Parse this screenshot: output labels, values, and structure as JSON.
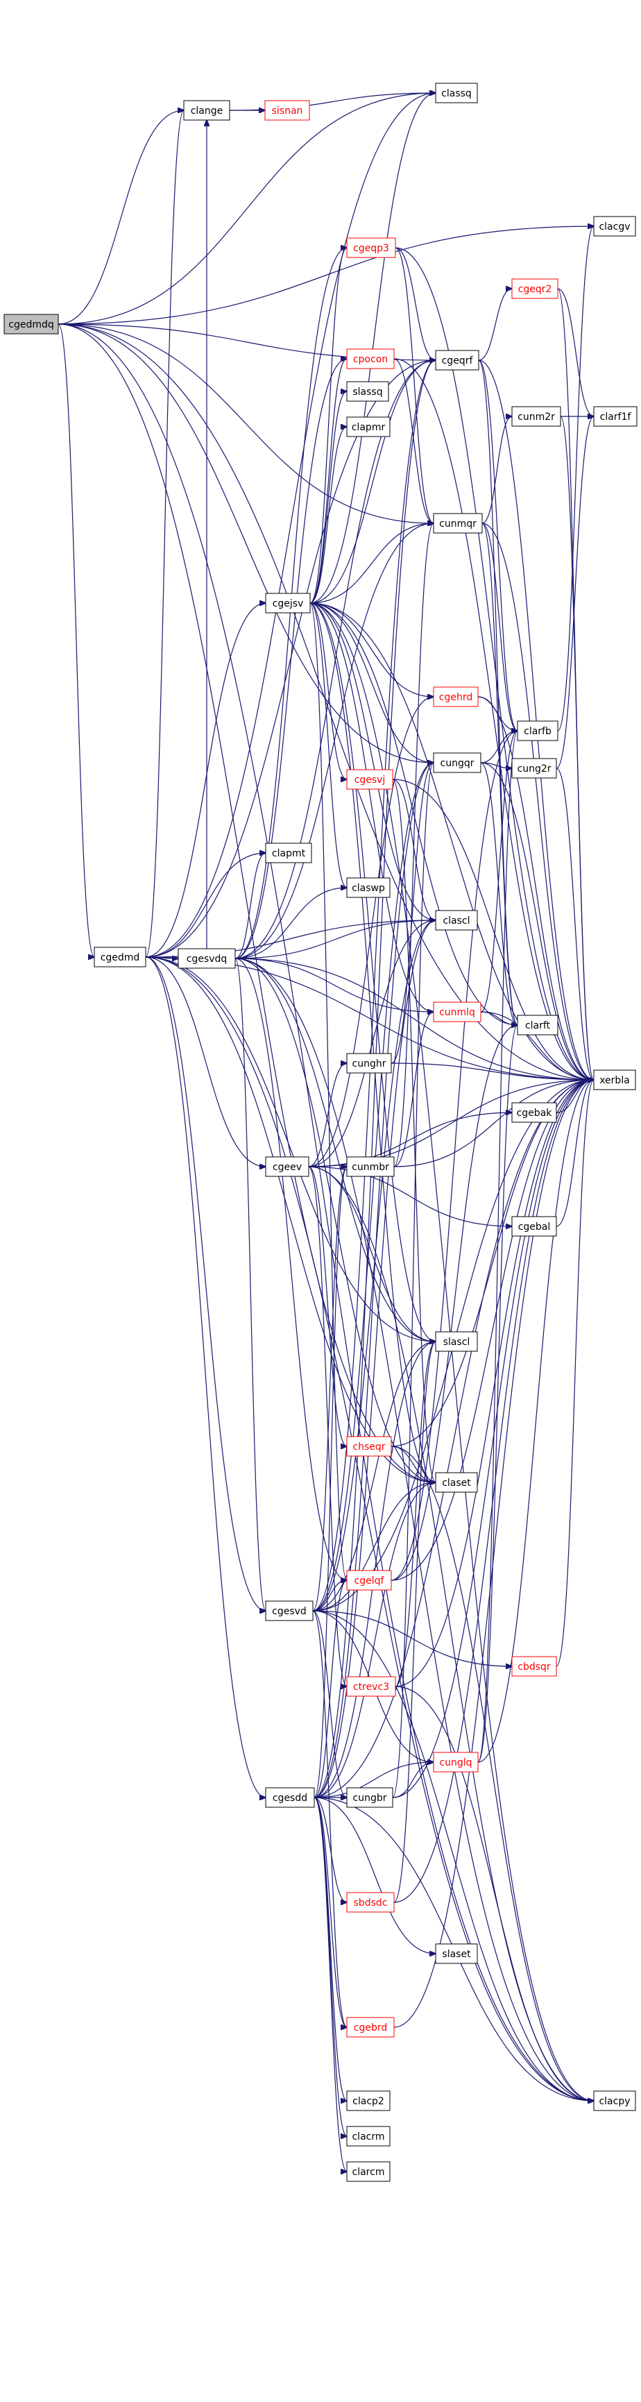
{
  "graph": {
    "colors": {
      "edge": "#191970",
      "node_border": "#000000",
      "linked_node_border": "#ff0000",
      "root_fill": "#bfbfbf"
    },
    "nodes": [
      {
        "id": "cgedmdq",
        "label": "cgedmdq",
        "style": "root"
      },
      {
        "id": "cgedmd",
        "label": "cgedmd",
        "style": "black"
      },
      {
        "id": "clange",
        "label": "clange",
        "style": "black"
      },
      {
        "id": "sisnan",
        "label": "sisnan",
        "style": "red"
      },
      {
        "id": "classq",
        "label": "classq",
        "style": "black"
      },
      {
        "id": "clacgv",
        "label": "clacgv",
        "style": "black"
      },
      {
        "id": "cgeqp3",
        "label": "cgeqp3",
        "style": "red"
      },
      {
        "id": "cgeqr2",
        "label": "cgeqr2",
        "style": "red"
      },
      {
        "id": "cgeqrf",
        "label": "cgeqrf",
        "style": "black"
      },
      {
        "id": "cpocon",
        "label": "cpocon",
        "style": "red"
      },
      {
        "id": "slassq",
        "label": "slassq",
        "style": "black"
      },
      {
        "id": "clapmr",
        "label": "clapmr",
        "style": "black"
      },
      {
        "id": "cunm2r",
        "label": "cunm2r",
        "style": "black"
      },
      {
        "id": "clarf1f",
        "label": "clarf1f",
        "style": "black"
      },
      {
        "id": "cunmqr",
        "label": "cunmqr",
        "style": "black"
      },
      {
        "id": "cgejsv",
        "label": "cgejsv",
        "style": "black"
      },
      {
        "id": "cgehrd",
        "label": "cgehrd",
        "style": "red"
      },
      {
        "id": "clarfb",
        "label": "clarfb",
        "style": "black"
      },
      {
        "id": "cungqr",
        "label": "cungqr",
        "style": "black"
      },
      {
        "id": "cung2r",
        "label": "cung2r",
        "style": "black"
      },
      {
        "id": "cgesvj",
        "label": "cgesvj",
        "style": "red"
      },
      {
        "id": "clapmt",
        "label": "clapmt",
        "style": "black"
      },
      {
        "id": "claswp",
        "label": "claswp",
        "style": "black"
      },
      {
        "id": "clascl",
        "label": "clascl",
        "style": "black"
      },
      {
        "id": "cgesvdq",
        "label": "cgesvdq",
        "style": "black"
      },
      {
        "id": "cunmlq",
        "label": "cunmlq",
        "style": "red"
      },
      {
        "id": "clarft",
        "label": "clarft",
        "style": "black"
      },
      {
        "id": "cunghr",
        "label": "cunghr",
        "style": "black"
      },
      {
        "id": "xerbla",
        "label": "xerbla",
        "style": "black"
      },
      {
        "id": "cgebak",
        "label": "cgebak",
        "style": "black"
      },
      {
        "id": "cgeev",
        "label": "cgeev",
        "style": "black"
      },
      {
        "id": "cunmbr",
        "label": "cunmbr",
        "style": "black"
      },
      {
        "id": "cgebal",
        "label": "cgebal",
        "style": "black"
      },
      {
        "id": "slascl",
        "label": "slascl",
        "style": "black"
      },
      {
        "id": "chseqr",
        "label": "chseqr",
        "style": "red"
      },
      {
        "id": "claset",
        "label": "claset",
        "style": "black"
      },
      {
        "id": "cgelqf",
        "label": "cgelqf",
        "style": "red"
      },
      {
        "id": "cbdsqr",
        "label": "cbdsqr",
        "style": "red"
      },
      {
        "id": "cgesvd",
        "label": "cgesvd",
        "style": "black"
      },
      {
        "id": "ctrevc3",
        "label": "ctrevc3",
        "style": "red"
      },
      {
        "id": "cunglq",
        "label": "cunglq",
        "style": "red"
      },
      {
        "id": "cgesdd",
        "label": "cgesdd",
        "style": "black"
      },
      {
        "id": "cungbr",
        "label": "cungbr",
        "style": "black"
      },
      {
        "id": "sbdsdc",
        "label": "sbdsdc",
        "style": "red"
      },
      {
        "id": "slaset",
        "label": "slaset",
        "style": "black"
      },
      {
        "id": "cgebrd",
        "label": "cgebrd",
        "style": "red"
      },
      {
        "id": "clacp2",
        "label": "clacp2",
        "style": "black"
      },
      {
        "id": "clacrm",
        "label": "clacrm",
        "style": "black"
      },
      {
        "id": "clarcm",
        "label": "clarcm",
        "style": "black"
      },
      {
        "id": "clacpy",
        "label": "clacpy",
        "style": "black"
      }
    ],
    "edges": [
      [
        "cgedmdq",
        "cgedmd"
      ],
      [
        "cgedmdq",
        "classq"
      ],
      [
        "cgedmdq",
        "clacgv"
      ],
      [
        "cgedmdq",
        "cgeqrf"
      ],
      [
        "cgedmdq",
        "cunmqr"
      ],
      [
        "cgedmdq",
        "clacpy"
      ],
      [
        "cgedmdq",
        "claset"
      ],
      [
        "cgedmdq",
        "xerbla"
      ],
      [
        "cgedmdq",
        "clange"
      ],
      [
        "cgedmdq",
        "cungqr"
      ],
      [
        "cgedmd",
        "clange"
      ],
      [
        "cgedmd",
        "classq"
      ],
      [
        "cgedmd",
        "cgejsv"
      ],
      [
        "cgedmd",
        "cgesvdq"
      ],
      [
        "cgedmd",
        "cgeev"
      ],
      [
        "cgedmd",
        "cgesvd"
      ],
      [
        "cgedmd",
        "cgesdd"
      ],
      [
        "cgedmd",
        "clascl"
      ],
      [
        "cgedmd",
        "clacpy"
      ],
      [
        "cgedmd",
        "claset"
      ],
      [
        "cgedmd",
        "clapmt"
      ],
      [
        "cgedmd",
        "xerbla"
      ],
      [
        "cgedmd",
        "slascl"
      ],
      [
        "cgedmd",
        "cgeqrf"
      ],
      [
        "clange",
        "sisnan"
      ],
      [
        "clange",
        "classq"
      ],
      [
        "cgeqp3",
        "cgeqrf"
      ],
      [
        "cgeqp3",
        "cunmqr"
      ],
      [
        "cgeqp3",
        "xerbla"
      ],
      [
        "cgeqrf",
        "cgeqr2"
      ],
      [
        "cgeqrf",
        "clarfb"
      ],
      [
        "cgeqrf",
        "clarft"
      ],
      [
        "cgeqrf",
        "xerbla"
      ],
      [
        "cgeqr2",
        "clarf1f"
      ],
      [
        "cgeqr2",
        "xerbla"
      ],
      [
        "cunm2r",
        "clarf1f"
      ],
      [
        "cunm2r",
        "xerbla"
      ],
      [
        "cunmqr",
        "cunm2r"
      ],
      [
        "cunmqr",
        "clarfb"
      ],
      [
        "cunmqr",
        "clarft"
      ],
      [
        "cunmqr",
        "xerbla"
      ],
      [
        "cungqr",
        "cung2r"
      ],
      [
        "cungqr",
        "clarfb"
      ],
      [
        "cungqr",
        "clarft"
      ],
      [
        "cungqr",
        "xerbla"
      ],
      [
        "cung2r",
        "clarf1f"
      ],
      [
        "cung2r",
        "xerbla"
      ],
      [
        "clarfb",
        "clacgv"
      ],
      [
        "cgehrd",
        "clarfb"
      ],
      [
        "cgehrd",
        "xerbla"
      ],
      [
        "cpocon",
        "cunmqr"
      ],
      [
        "cpocon",
        "xerbla"
      ],
      [
        "cgejsv",
        "cgeqp3"
      ],
      [
        "cgejsv",
        "cgeqrf"
      ],
      [
        "cgejsv",
        "cpocon"
      ],
      [
        "cgejsv",
        "slassq"
      ],
      [
        "cgejsv",
        "clapmr"
      ],
      [
        "cgejsv",
        "cunmqr"
      ],
      [
        "cgejsv",
        "cgesvj"
      ],
      [
        "cgejsv",
        "cgehrd"
      ],
      [
        "cgejsv",
        "cungqr"
      ],
      [
        "cgejsv",
        "claswp"
      ],
      [
        "cgejsv",
        "clascl"
      ],
      [
        "cgejsv",
        "cunmlq"
      ],
      [
        "cgejsv",
        "clarft"
      ],
      [
        "cgejsv",
        "xerbla"
      ],
      [
        "cgejsv",
        "classq"
      ],
      [
        "cgejsv",
        "clacpy"
      ],
      [
        "cgejsv",
        "claset"
      ],
      [
        "cgejsv",
        "cgelqf"
      ],
      [
        "cgejsv",
        "slascl"
      ],
      [
        "cgesvj",
        "clascl"
      ],
      [
        "cgesvj",
        "xerbla"
      ],
      [
        "cgesvj",
        "claset"
      ],
      [
        "cgesvdq",
        "cgeqp3"
      ],
      [
        "cgesvdq",
        "cgeqrf"
      ],
      [
        "cgesvdq",
        "clapmt"
      ],
      [
        "cgesvdq",
        "claswp"
      ],
      [
        "cgesvdq",
        "clascl"
      ],
      [
        "cgesvdq",
        "cunmlq"
      ],
      [
        "cgesvdq",
        "cunmqr"
      ],
      [
        "cgesvdq",
        "xerbla"
      ],
      [
        "cgesvdq",
        "cgesvd"
      ],
      [
        "cgesvdq",
        "cpocon"
      ],
      [
        "cgesvdq",
        "clacpy"
      ],
      [
        "cgesvdq",
        "claset"
      ],
      [
        "cgesvdq",
        "cgelqf"
      ],
      [
        "cgesvdq",
        "slascl"
      ],
      [
        "cgesvdq",
        "clange"
      ],
      [
        "cunmlq",
        "clarfb"
      ],
      [
        "cunmlq",
        "clarft"
      ],
      [
        "cunmlq",
        "xerbla"
      ],
      [
        "cunghr",
        "cungqr"
      ],
      [
        "cunghr",
        "xerbla"
      ],
      [
        "cgeev",
        "cgebak"
      ],
      [
        "cgeev",
        "cgebal"
      ],
      [
        "cgeev",
        "cgehrd"
      ],
      [
        "cgeev",
        "cunghr"
      ],
      [
        "cgeev",
        "chseqr"
      ],
      [
        "cgeev",
        "ctrevc3"
      ],
      [
        "cgeev",
        "clascl"
      ],
      [
        "cgeev",
        "slascl"
      ],
      [
        "cgeev",
        "clacpy"
      ],
      [
        "cgeev",
        "xerbla"
      ],
      [
        "cgebak",
        "xerbla"
      ],
      [
        "cgebal",
        "xerbla"
      ],
      [
        "cunmbr",
        "cunmqr"
      ],
      [
        "cunmbr",
        "cunmlq"
      ],
      [
        "cunmbr",
        "xerbla"
      ],
      [
        "chseqr",
        "claset"
      ],
      [
        "chseqr",
        "clacpy"
      ],
      [
        "chseqr",
        "xerbla"
      ],
      [
        "cgelqf",
        "clarfb"
      ],
      [
        "cgelqf",
        "clarft"
      ],
      [
        "cgelqf",
        "xerbla"
      ],
      [
        "cgesvd",
        "cgebrd"
      ],
      [
        "cgesvd",
        "cbdsqr"
      ],
      [
        "cgesvd",
        "cgelqf"
      ],
      [
        "cgesvd",
        "cgeqrf"
      ],
      [
        "cgesvd",
        "cunglq"
      ],
      [
        "cgesvd",
        "cungqr"
      ],
      [
        "cgesvd",
        "cungbr"
      ],
      [
        "cgesvd",
        "cunmbr"
      ],
      [
        "cgesvd",
        "clascl"
      ],
      [
        "cgesvd",
        "claset"
      ],
      [
        "cgesvd",
        "slascl"
      ],
      [
        "cgesvd",
        "clacpy"
      ],
      [
        "cgesvd",
        "xerbla"
      ],
      [
        "ctrevc3",
        "clacpy"
      ],
      [
        "ctrevc3",
        "xerbla"
      ],
      [
        "ctrevc3",
        "slascl"
      ],
      [
        "cunglq",
        "clarfb"
      ],
      [
        "cunglq",
        "clarft"
      ],
      [
        "cunglq",
        "xerbla"
      ],
      [
        "cbdsqr",
        "xerbla"
      ],
      [
        "cgesdd",
        "cgebrd"
      ],
      [
        "cgesdd",
        "cgelqf"
      ],
      [
        "cgesdd",
        "cgeqrf"
      ],
      [
        "cgesdd",
        "cunglq"
      ],
      [
        "cgesdd",
        "cungbr"
      ],
      [
        "cgesdd",
        "cunmbr"
      ],
      [
        "cgesdd",
        "sbdsdc"
      ],
      [
        "cgesdd",
        "slaset"
      ],
      [
        "cgesdd",
        "clacp2"
      ],
      [
        "cgesdd",
        "clacrm"
      ],
      [
        "cgesdd",
        "clarcm"
      ],
      [
        "cgesdd",
        "clascl"
      ],
      [
        "cgesdd",
        "claset"
      ],
      [
        "cgesdd",
        "slascl"
      ],
      [
        "cgesdd",
        "clacpy"
      ],
      [
        "cgesdd",
        "xerbla"
      ],
      [
        "cgesdd",
        "cungqr"
      ],
      [
        "cungbr",
        "cunglq"
      ],
      [
        "cungbr",
        "cungqr"
      ],
      [
        "cungbr",
        "xerbla"
      ],
      [
        "sbdsdc",
        "xerbla"
      ],
      [
        "sbdsdc",
        "slascl"
      ],
      [
        "cgebrd",
        "xerbla"
      ]
    ]
  }
}
